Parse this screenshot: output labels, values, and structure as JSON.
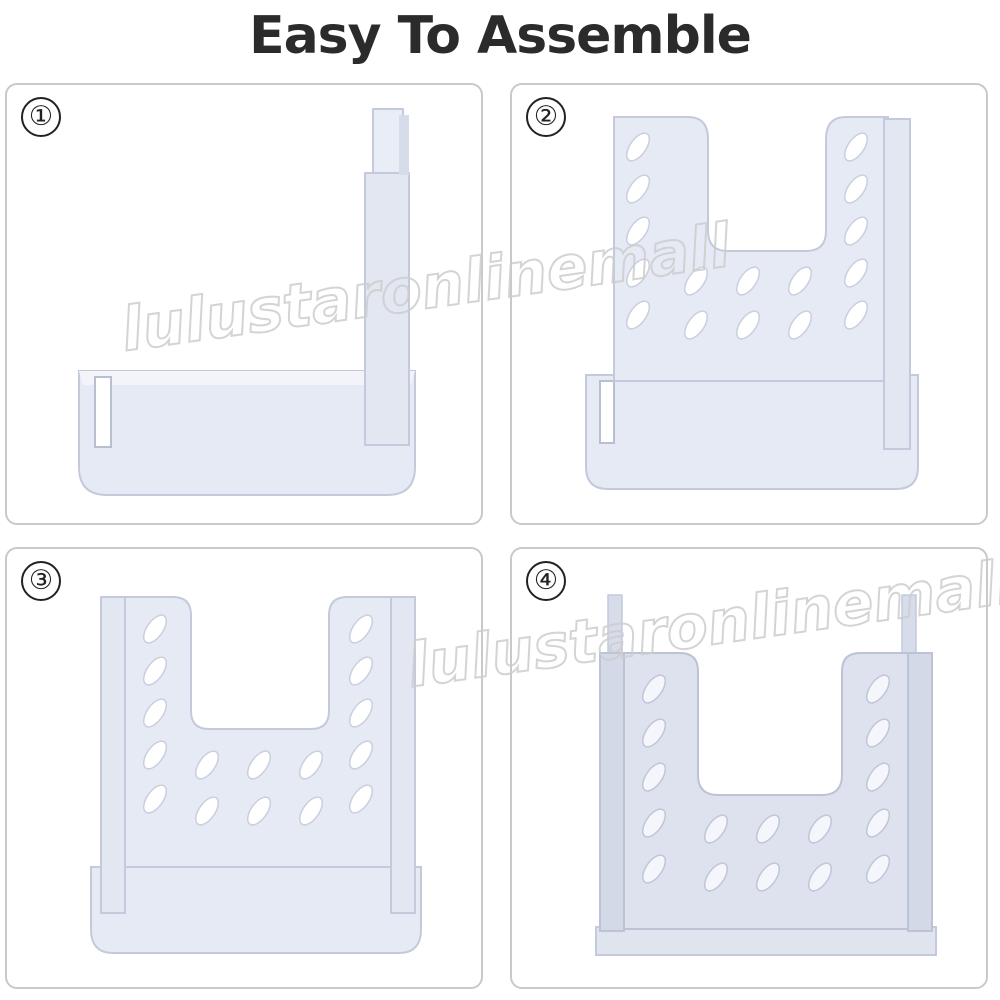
{
  "title": "Easy To Assemble",
  "steps": [
    "①",
    "②",
    "③",
    "④"
  ],
  "watermark": "lulustaronlinemall",
  "colors": {
    "product": "#e6eaf4",
    "product_edge": "#c4cadb",
    "product_shadow": "#d2d8e6",
    "panel_border": "#c9c9c9"
  }
}
